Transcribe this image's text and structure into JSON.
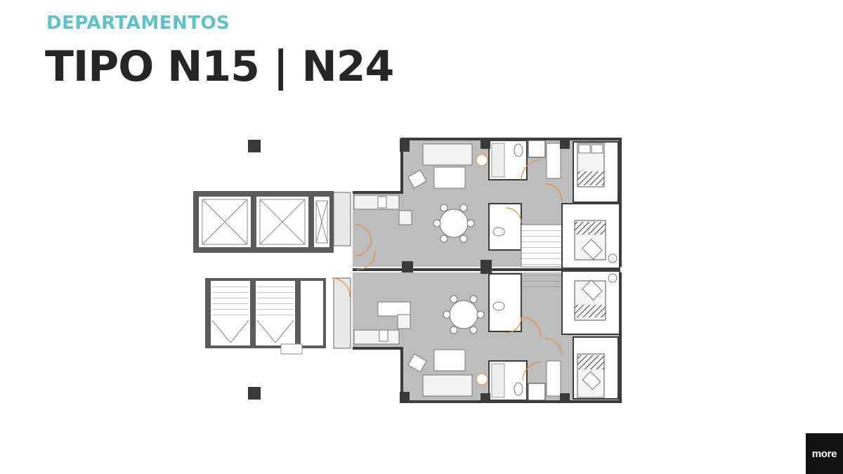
{
  "header": {
    "kicker": "DEPARTAMENTOS",
    "title": "TIPO N15 | N24"
  },
  "brand": {
    "logo_text": "more",
    "background": "#111111"
  },
  "colors": {
    "kicker": "#5cc3c8",
    "title": "#262626",
    "room_fill": "#bdbdbd",
    "wall": "#3c3c3c",
    "door_swing": "#e0913a"
  }
}
